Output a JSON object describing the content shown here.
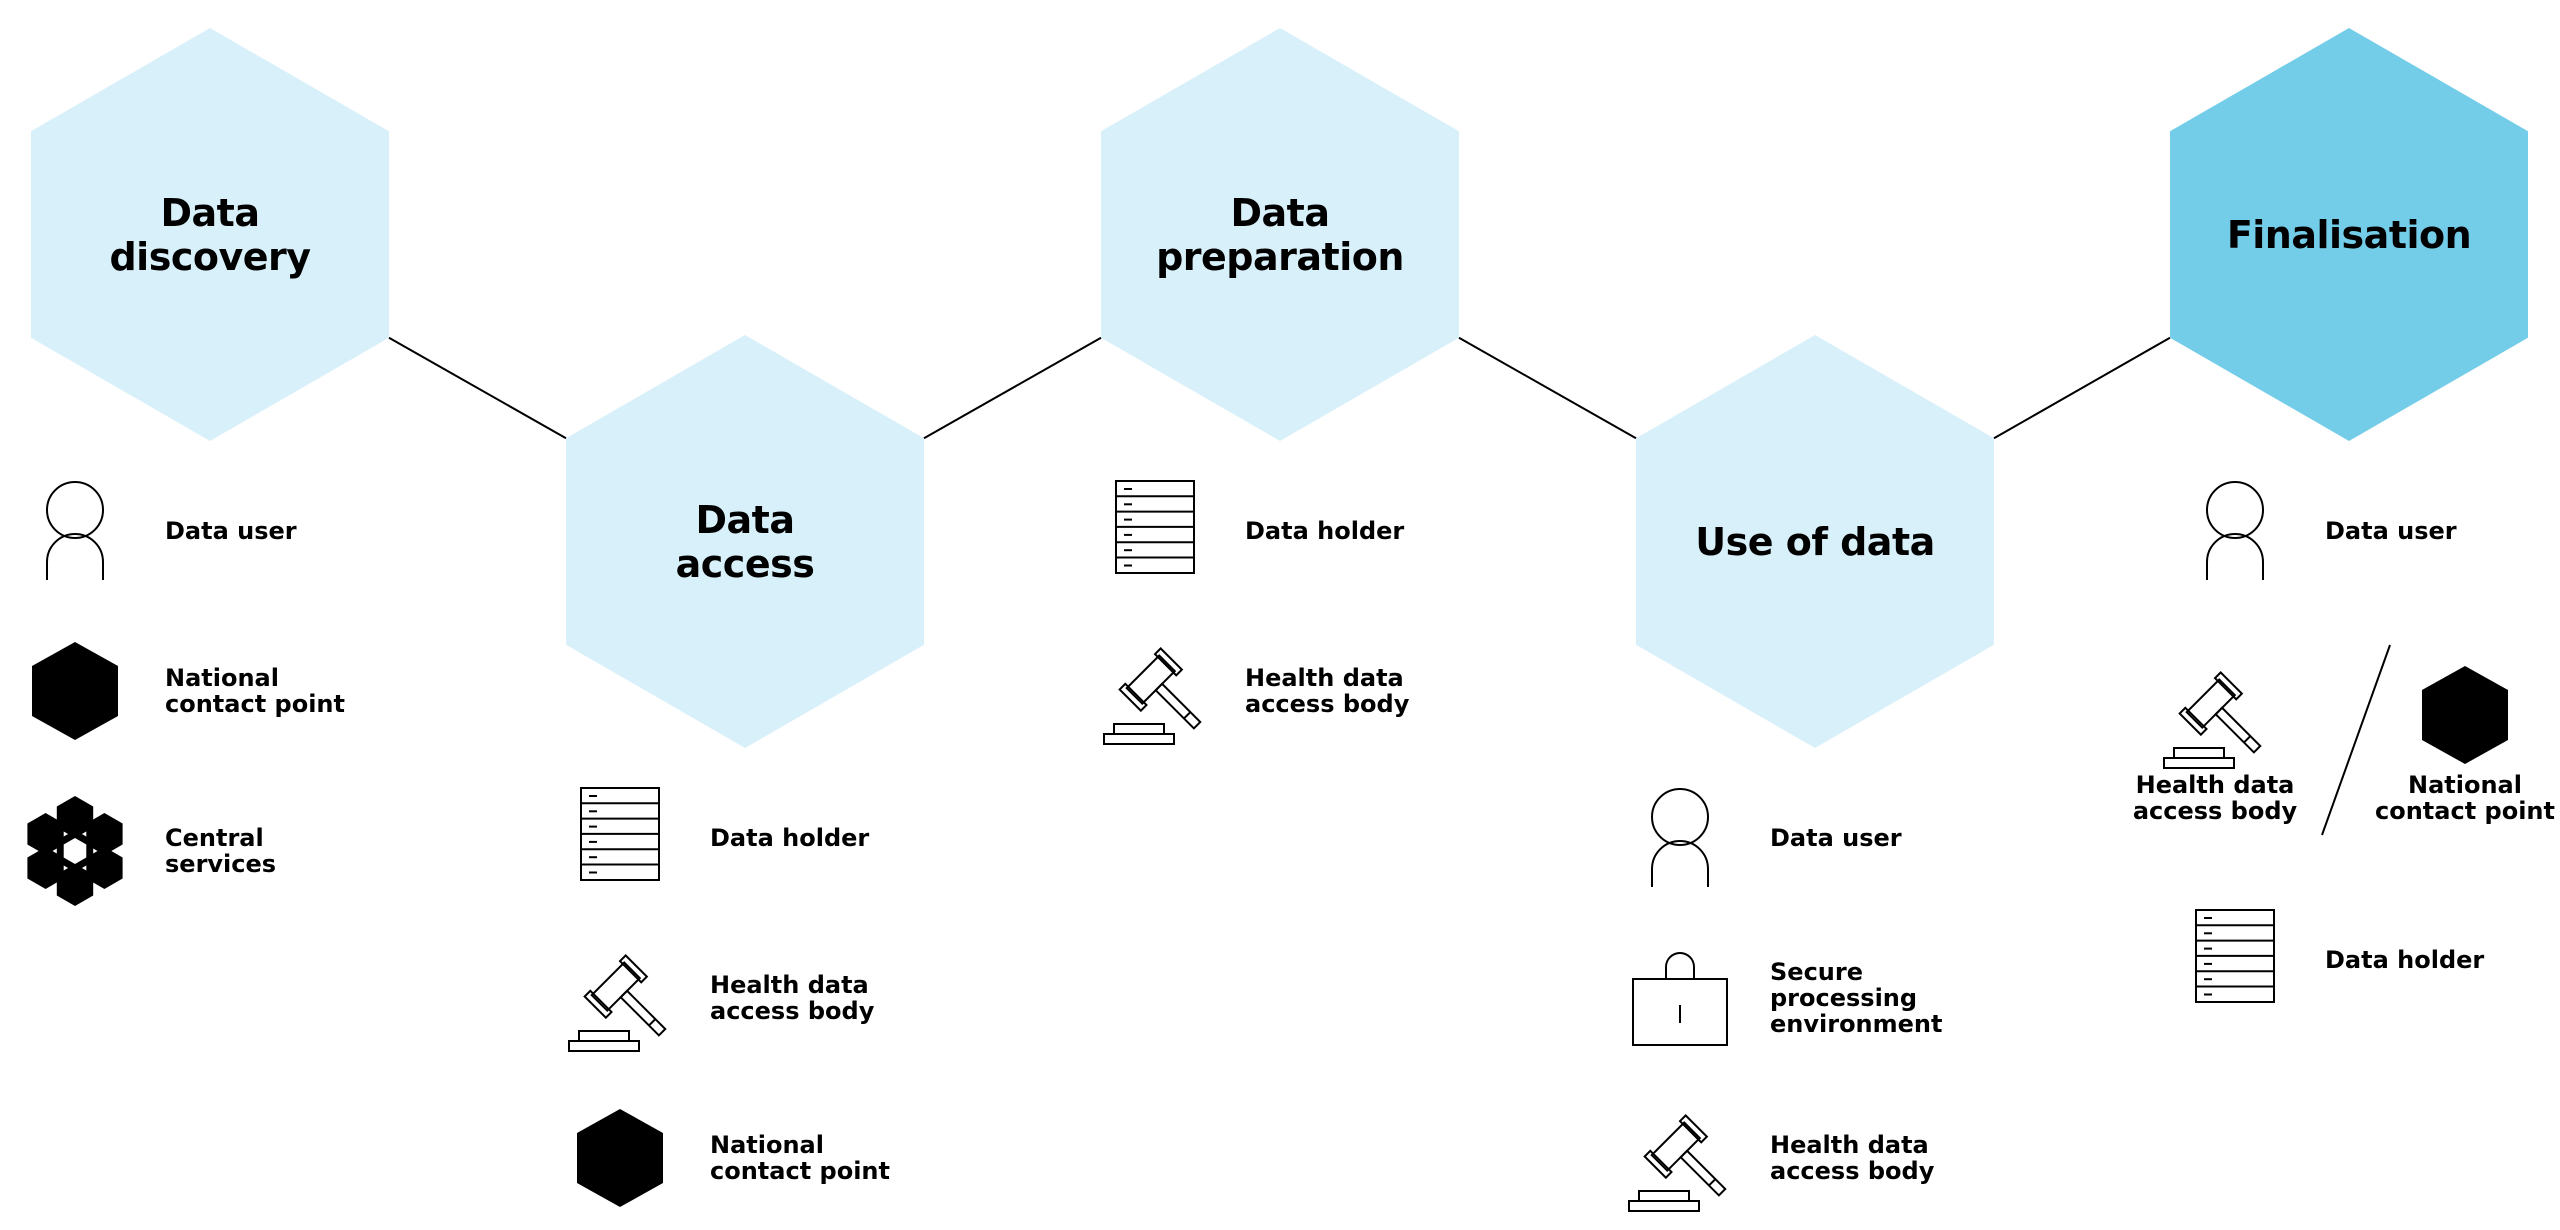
{
  "colors": {
    "hex_light": "#d8f0f9",
    "hex_accent": "#74cde8",
    "ink": "#000000"
  },
  "stages": [
    {
      "title": "Data\ndiscovery",
      "accent": false,
      "actors": [
        {
          "label": "Data user",
          "icon": "person-icon"
        },
        {
          "label": "National\ncontact point",
          "icon": "hexagon-icon"
        },
        {
          "label": "Central\nservices",
          "icon": "hexagon-cluster-icon"
        }
      ]
    },
    {
      "title": "Data\naccess",
      "accent": false,
      "actors": [
        {
          "label": "Data holder",
          "icon": "server-rack-icon"
        },
        {
          "label": "Health data\naccess body",
          "icon": "gavel-icon"
        },
        {
          "label": "National\ncontact point",
          "icon": "hexagon-icon"
        }
      ]
    },
    {
      "title": "Data\npreparation",
      "accent": false,
      "actors": [
        {
          "label": "Data holder",
          "icon": "server-rack-icon"
        },
        {
          "label": "Health data\naccess body",
          "icon": "gavel-icon"
        }
      ]
    },
    {
      "title": "Use of data",
      "accent": false,
      "actors": [
        {
          "label": "Data user",
          "icon": "person-icon"
        },
        {
          "label": "Secure\nprocessing\nenvironment",
          "icon": "padlock-icon"
        },
        {
          "label": "Health data\naccess body",
          "icon": "gavel-icon"
        }
      ]
    },
    {
      "title": "Finalisation",
      "accent": true,
      "actors": [
        {
          "label": "Data user",
          "icon": "person-icon"
        },
        {
          "label": "Data holder",
          "icon": "server-rack-icon"
        }
      ],
      "alternative": {
        "left": {
          "label": "Health data\naccess body",
          "icon": "gavel-icon"
        },
        "right": {
          "label": "National\ncontact point",
          "icon": "hexagon-icon"
        }
      }
    }
  ]
}
